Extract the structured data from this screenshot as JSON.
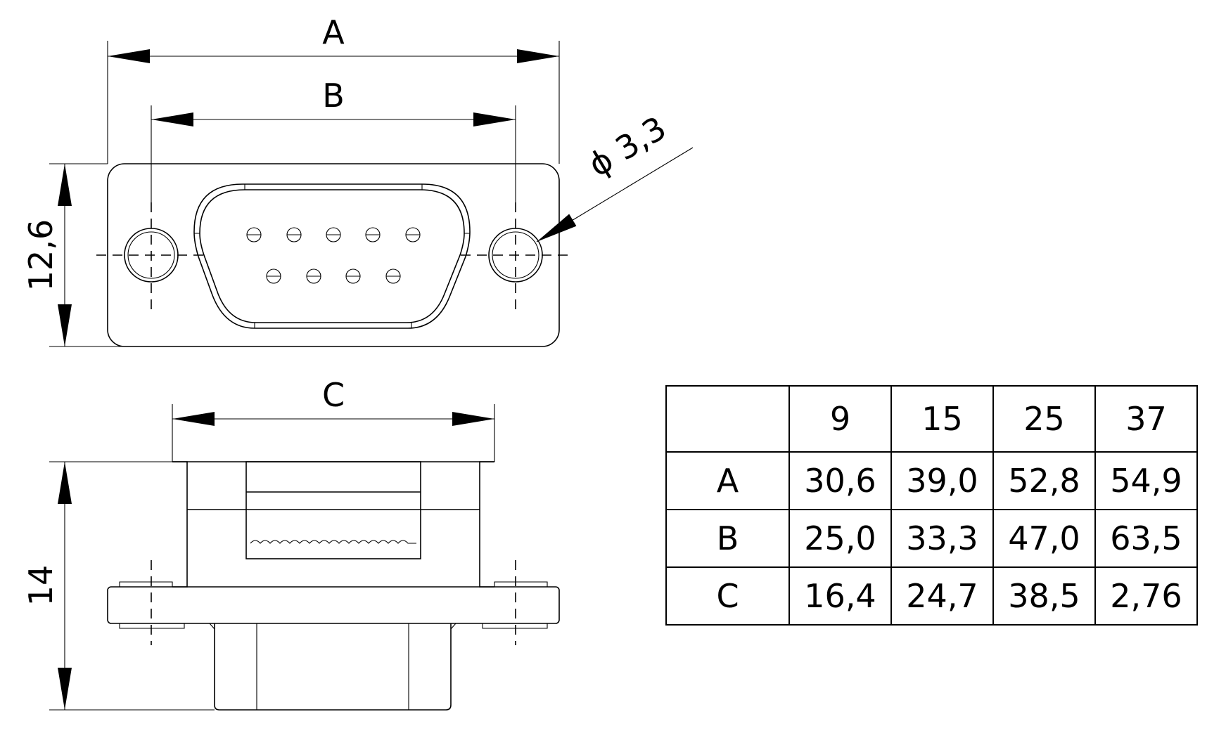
{
  "front_view": {
    "dim_a": "A",
    "dim_b": "B",
    "height": "12,6",
    "hole": "ϕ 3,3"
  },
  "side_view": {
    "dim_c": "C",
    "height": "14"
  },
  "table": {
    "header": [
      "",
      "9",
      "15",
      "25",
      "37"
    ],
    "rows": [
      {
        "label": "A",
        "values": [
          "30,6",
          "39,0",
          "52,8",
          "54,9"
        ]
      },
      {
        "label": "B",
        "values": [
          "25,0",
          "33,3",
          "47,0",
          "63,5"
        ]
      },
      {
        "label": "C",
        "values": [
          "16,4",
          "24,7",
          "38,5",
          "2,76"
        ]
      }
    ]
  }
}
